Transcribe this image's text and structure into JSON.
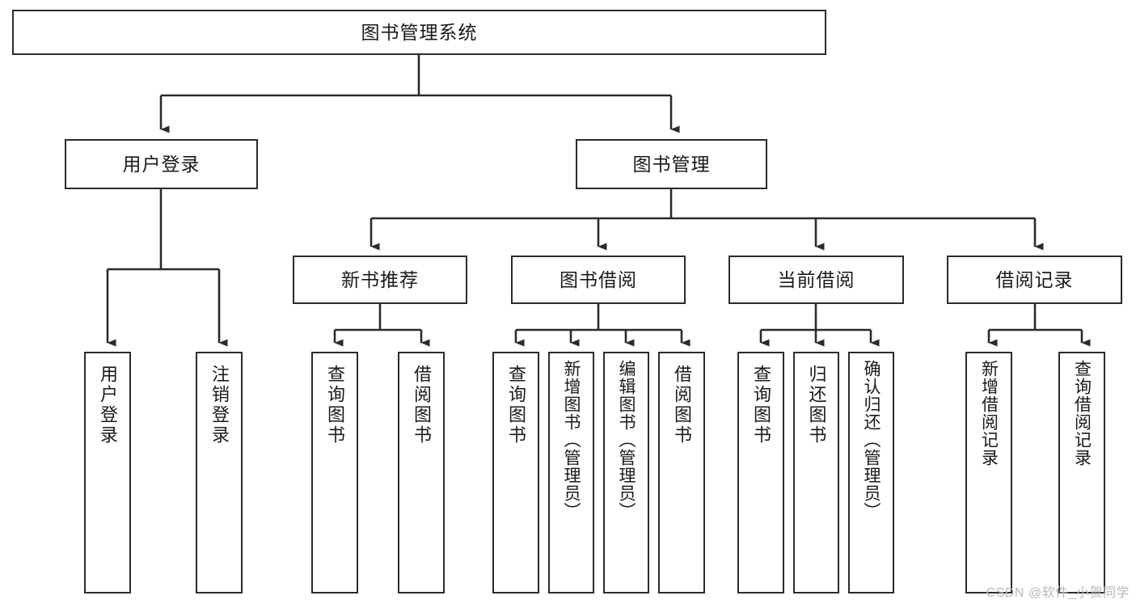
{
  "diagram": {
    "title": "图书管理系统",
    "type": "tree-hierarchy-chart",
    "watermark": "CSDN @软件_小贺同学",
    "colors": {
      "background": "#ffffff",
      "box_border": "#2b2b2b",
      "box_fill": "#ffffff",
      "text": "#1a1a1a",
      "connector": "#2b2b2b",
      "watermark": "#b9b9b9"
    },
    "root": {
      "label": "图书管理系统"
    },
    "level2": [
      {
        "label": "用户登录"
      },
      {
        "label": "图书管理"
      }
    ],
    "level3": [
      {
        "label": "新书推荐"
      },
      {
        "label": "图书借阅"
      },
      {
        "label": "当前借阅"
      },
      {
        "label": "借阅记录"
      }
    ],
    "leaves": {
      "user_login": [
        {
          "label": "用户登录"
        },
        {
          "label": "注销登录"
        }
      ],
      "new_book_recommend": [
        {
          "label": "查询图书"
        },
        {
          "label": "借阅图书"
        }
      ],
      "book_borrow": [
        {
          "label": "查询图书"
        },
        {
          "label": "新增图书（管理员）"
        },
        {
          "label": "编辑图书（管理员）"
        },
        {
          "label": "借阅图书"
        }
      ],
      "current_borrow": [
        {
          "label": "查询图书"
        },
        {
          "label": "归还图书"
        },
        {
          "label": "确认归还（管理员）"
        }
      ],
      "borrow_record": [
        {
          "label": "新增借阅记录"
        },
        {
          "label": "查询借阅记录"
        }
      ]
    }
  }
}
